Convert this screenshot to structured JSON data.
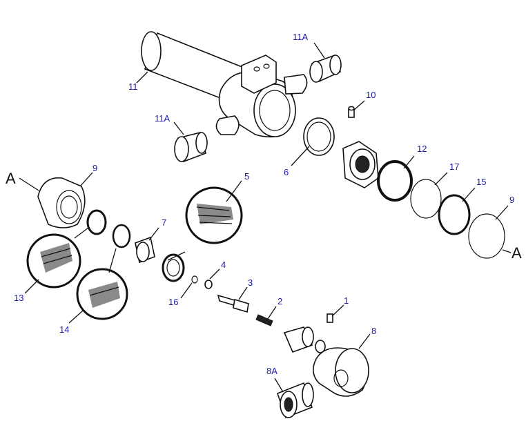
{
  "callouts": {
    "c11": "11",
    "c11a_top": "11A",
    "c11a_left": "11A",
    "c10": "10",
    "c6": "6",
    "c12": "12",
    "c17": "17",
    "c15": "15",
    "c9_right": "9",
    "c9_left": "9",
    "c5": "5",
    "c7": "7",
    "c4": "4",
    "c3": "3",
    "c2": "2",
    "c1": "1",
    "c8": "8",
    "c8a": "8A",
    "c13": "13",
    "c14": "14",
    "c16": "16"
  },
  "reference_marks": {
    "left": "A",
    "right": "A"
  },
  "colors": {
    "callout_text": "#1a1aa6",
    "line": "#111111"
  }
}
